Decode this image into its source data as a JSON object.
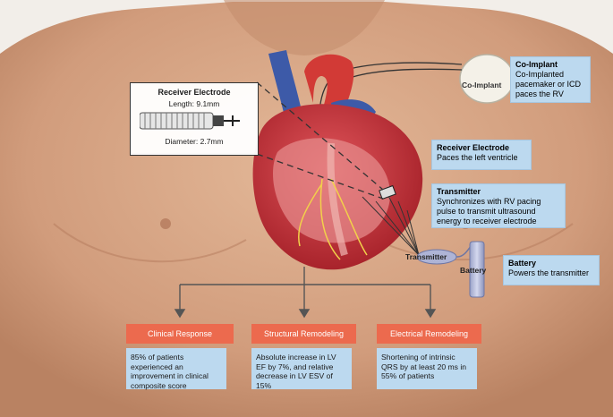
{
  "inset": {
    "title": "Receiver Electrode",
    "length": "Length: 9.1mm",
    "diameter": "Diameter: 2.7mm"
  },
  "labels": {
    "co_implant": "Co-Implant",
    "transmitter": "Transmitter",
    "battery": "Battery"
  },
  "callouts": {
    "co_implant": {
      "title": "Co-Implant",
      "desc": "Co-Implanted pacemaker or ICD paces the RV"
    },
    "receiver": {
      "title": "Receiver Electrode",
      "desc": "Paces the left ventricle"
    },
    "transmitter": {
      "title": "Transmitter",
      "desc": "Synchronizes with RV pacing pulse to transmit ultrasound energy to receiver electrode"
    },
    "battery": {
      "title": "Battery",
      "desc": "Powers the transmitter"
    }
  },
  "outcomes": [
    {
      "header": "Clinical Response",
      "body": "85% of patients experienced an improvement in clinical composite score"
    },
    {
      "header": "Structural Remodeling",
      "body": "Absolute increase in LV EF by 7%, and relative decrease in LV ESV of 15%"
    },
    {
      "header": "Electrical Remodeling",
      "body": "Shortening of intrinsic QRS by at least 20 ms in 55% of patients"
    }
  ],
  "colors": {
    "skin": "#d8a887",
    "callout": "#bcd9ef",
    "header": "#ec6a4e",
    "heart": "#c8323a",
    "vessel_blue": "#3d5aa8"
  }
}
